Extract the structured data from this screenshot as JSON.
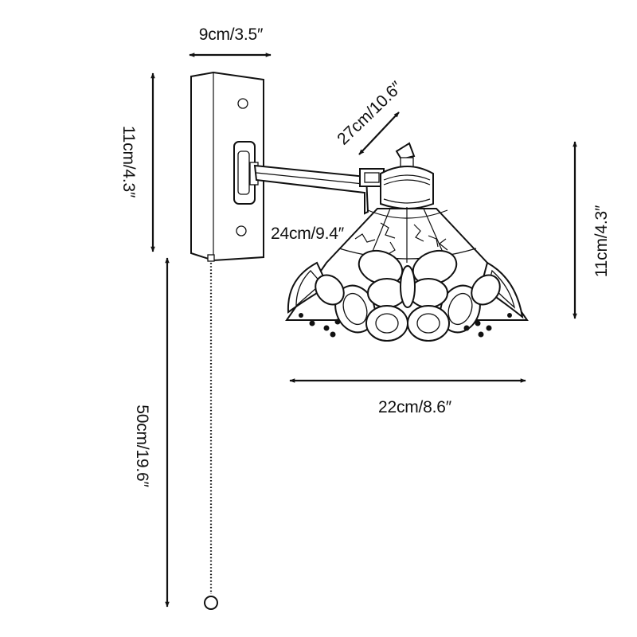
{
  "dimensions": {
    "backplate_width": "9cm/3.5″",
    "backplate_height": "11cm/4.3″",
    "arm_extension": "27cm/10.6″",
    "arm_length": "24cm/9.4″",
    "shade_height": "11cm/4.3″",
    "shade_diameter": "22cm/8.6″",
    "cord_length": "50cm/19.6″"
  },
  "colors": {
    "line": "#111111",
    "background": "#ffffff"
  }
}
